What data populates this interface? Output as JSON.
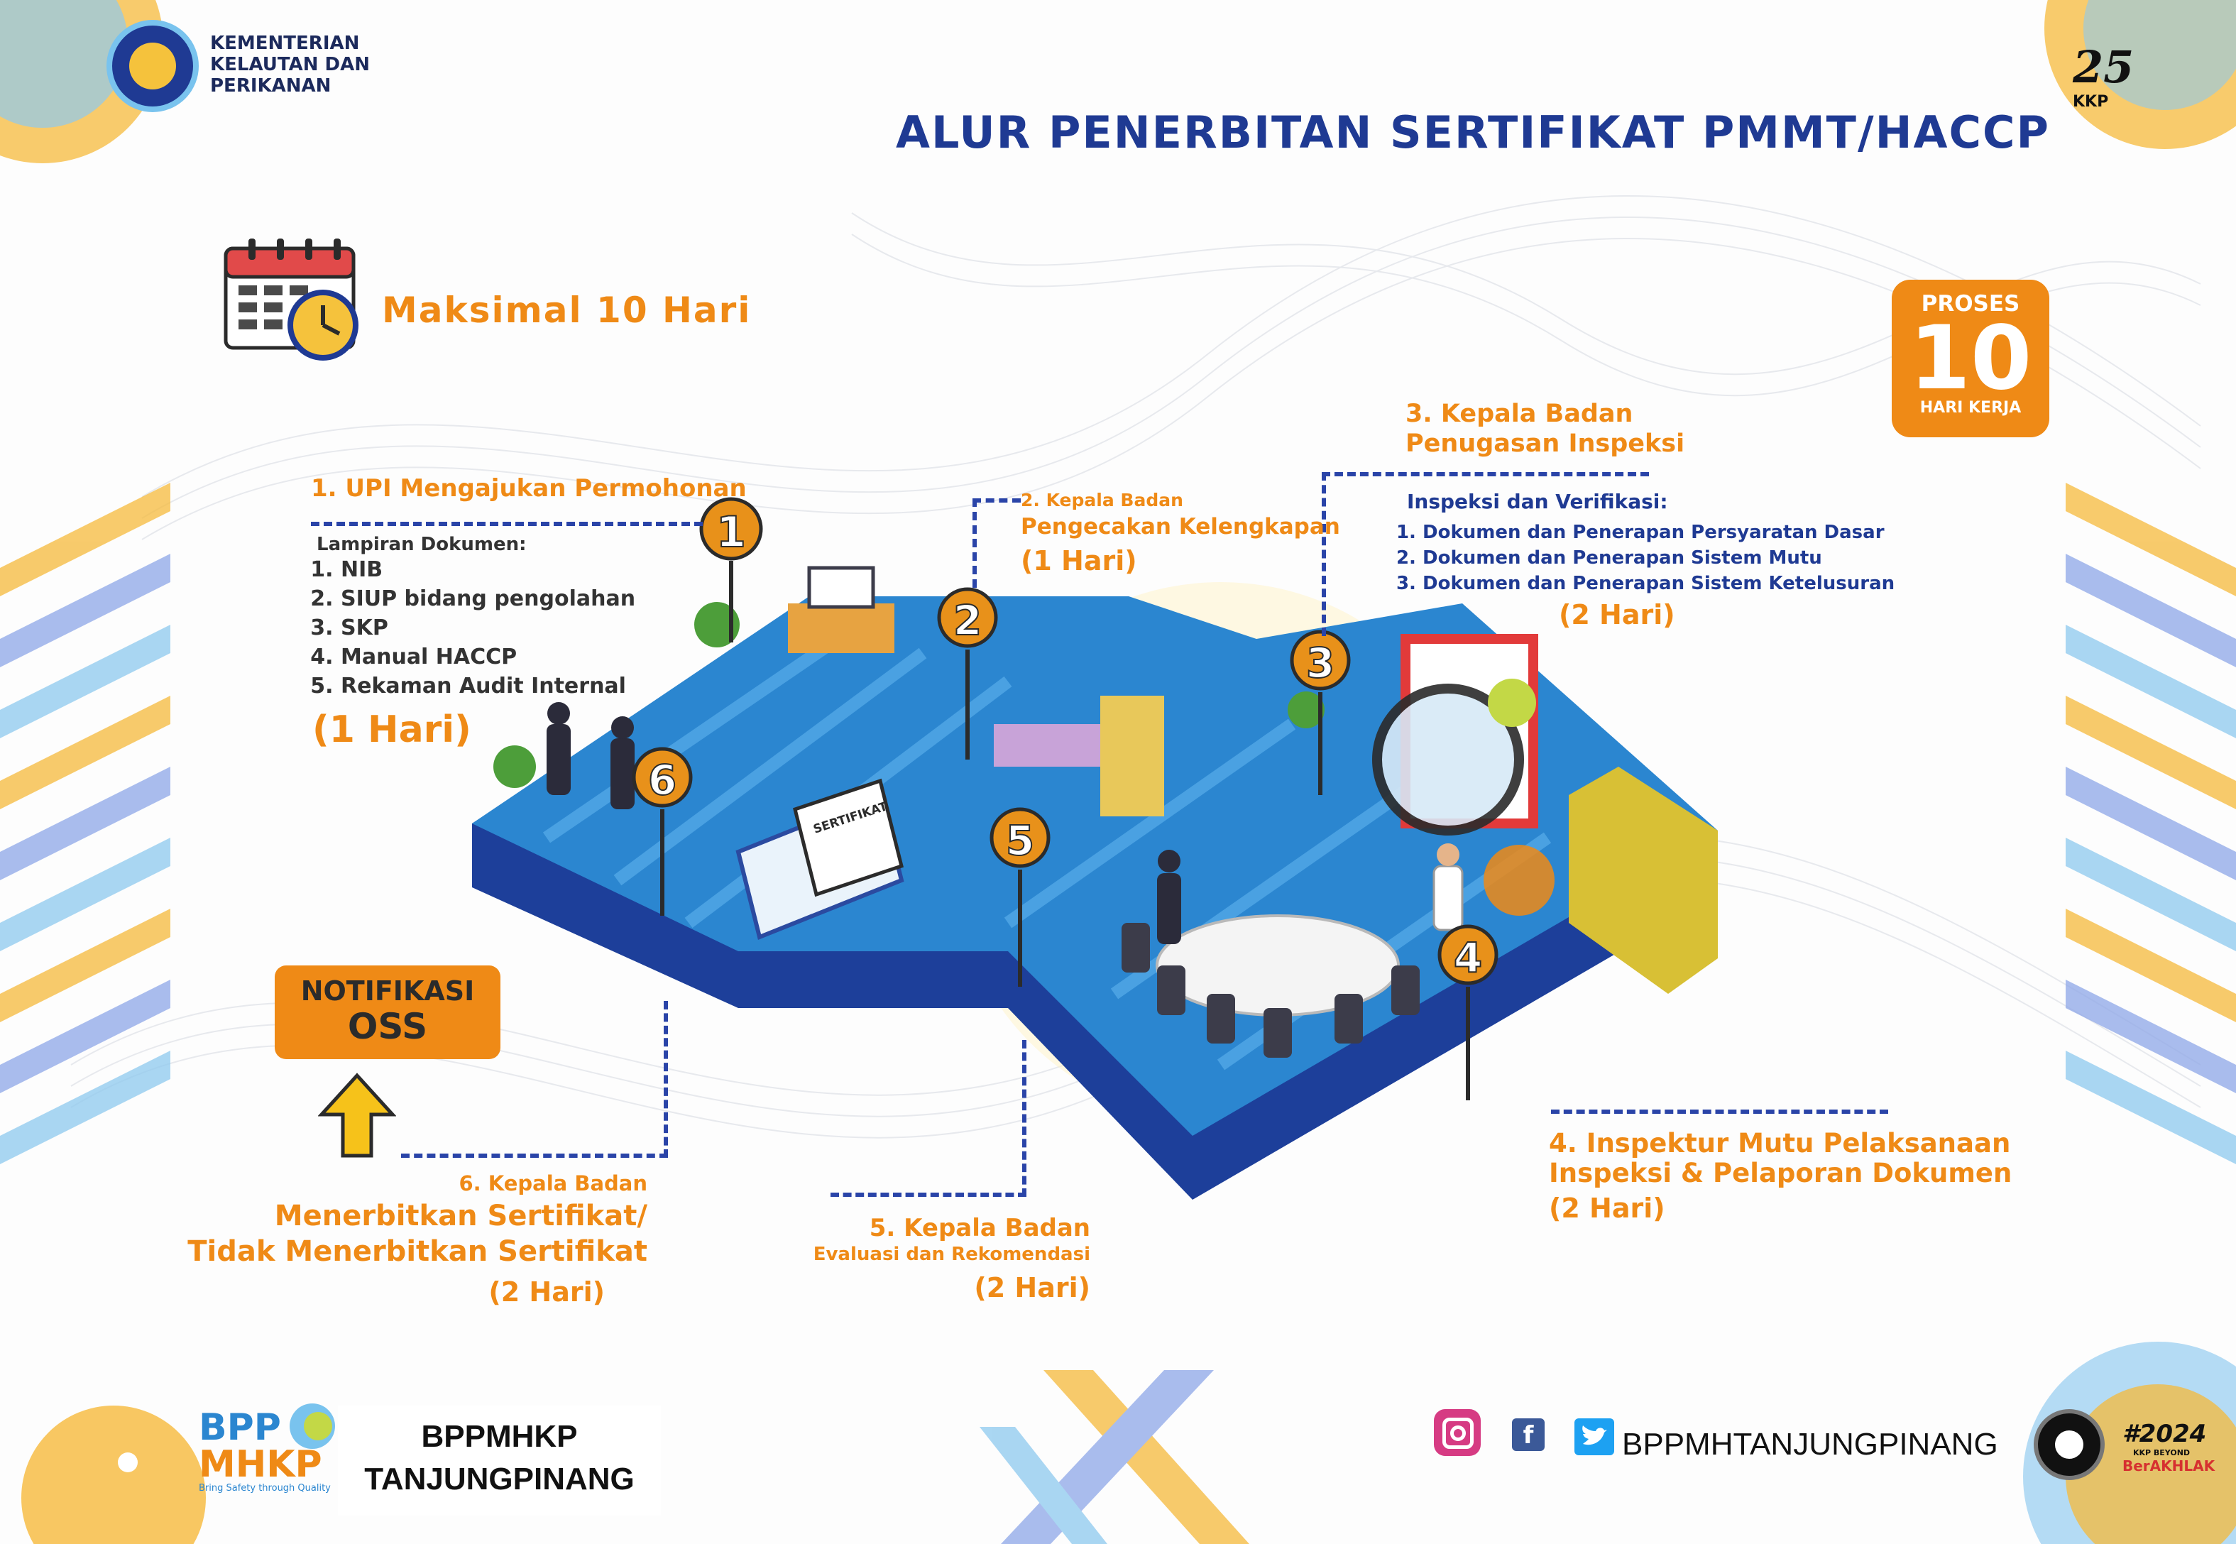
{
  "header": {
    "ministry_line1": "KEMENTERIAN",
    "ministry_line2": "KELAUTAN DAN",
    "ministry_line3": "PERIKANAN",
    "title": "ALUR PENERBITAN SERTIFIKAT PMMT/HACCP",
    "anniversary_number": "25",
    "anniversary_text": "KKP"
  },
  "timing": {
    "max_label": "Maksimal 10 Hari",
    "badge_top": "PROSES",
    "badge_number": "10",
    "badge_bottom": "HARI KERJA"
  },
  "steps": {
    "s1": {
      "title": "1. UPI Mengajukan Permohonan",
      "doc_heading": "Lampiran Dokumen:",
      "docs": [
        "NIB",
        "SIUP bidang pengolahan",
        "SKP",
        "Manual HACCP",
        "Rekaman Audit Internal"
      ],
      "duration": "(1 Hari)"
    },
    "s2": {
      "title": "2. Kepala Badan",
      "subtitle": "Pengecakan Kelengkapan",
      "duration": "(1 Hari)"
    },
    "s3": {
      "title_line1": "3. Kepala Badan",
      "title_line2": "Penugasan Inspeksi",
      "sub_heading": "Inspeksi dan Verifikasi:",
      "items": [
        "Dokumen dan Penerapan Persyaratan Dasar",
        "Dokumen dan Penerapan Sistem Mutu",
        "Dokumen dan Penerapan Sistem Ketelusuran"
      ],
      "duration": "(2 Hari)"
    },
    "s4": {
      "title_line1": "4. Inspektur Mutu Pelaksanaan",
      "title_line2": "Inspeksi & Pelaporan Dokumen",
      "duration": "(2 Hari)"
    },
    "s5": {
      "title": "5. Kepala Badan",
      "subtitle": "Evaluasi dan Rekomendasi",
      "duration": "(2 Hari)"
    },
    "s6": {
      "title": "6. Kepala Badan",
      "subtitle_line1": "Menerbitkan Sertifikat/",
      "subtitle_line2": "Tidak Menerbitkan Sertifikat",
      "duration": "(2 Hari)"
    }
  },
  "markers": [
    "1",
    "2",
    "3",
    "4",
    "5",
    "6"
  ],
  "notification": {
    "line1": "NOTIFIKASI",
    "line2": "OSS"
  },
  "illustration": {
    "certificate_label": "SERTIFIKAT"
  },
  "footer": {
    "logo_top": "BPP",
    "logo_bottom": "MHKP",
    "logo_tagline": "Bring Safety through Quality",
    "unit_line1": "BPPMHKP",
    "unit_line2": "TANJUNGPINANG",
    "social_handle": "BPPMHTANJUNGPINANG",
    "icons": [
      "instagram-icon",
      "facebook-icon",
      "twitter-icon"
    ],
    "campaign_tag": "#2024",
    "campaign_sub": "KKP BEYOND",
    "campaign_brand": "BerAKHLAK"
  },
  "colors": {
    "orange": "#ef8a16",
    "navy": "#1f3a93",
    "floor_blue": "#2b86d0",
    "floor_dark": "#1d3f9a"
  }
}
